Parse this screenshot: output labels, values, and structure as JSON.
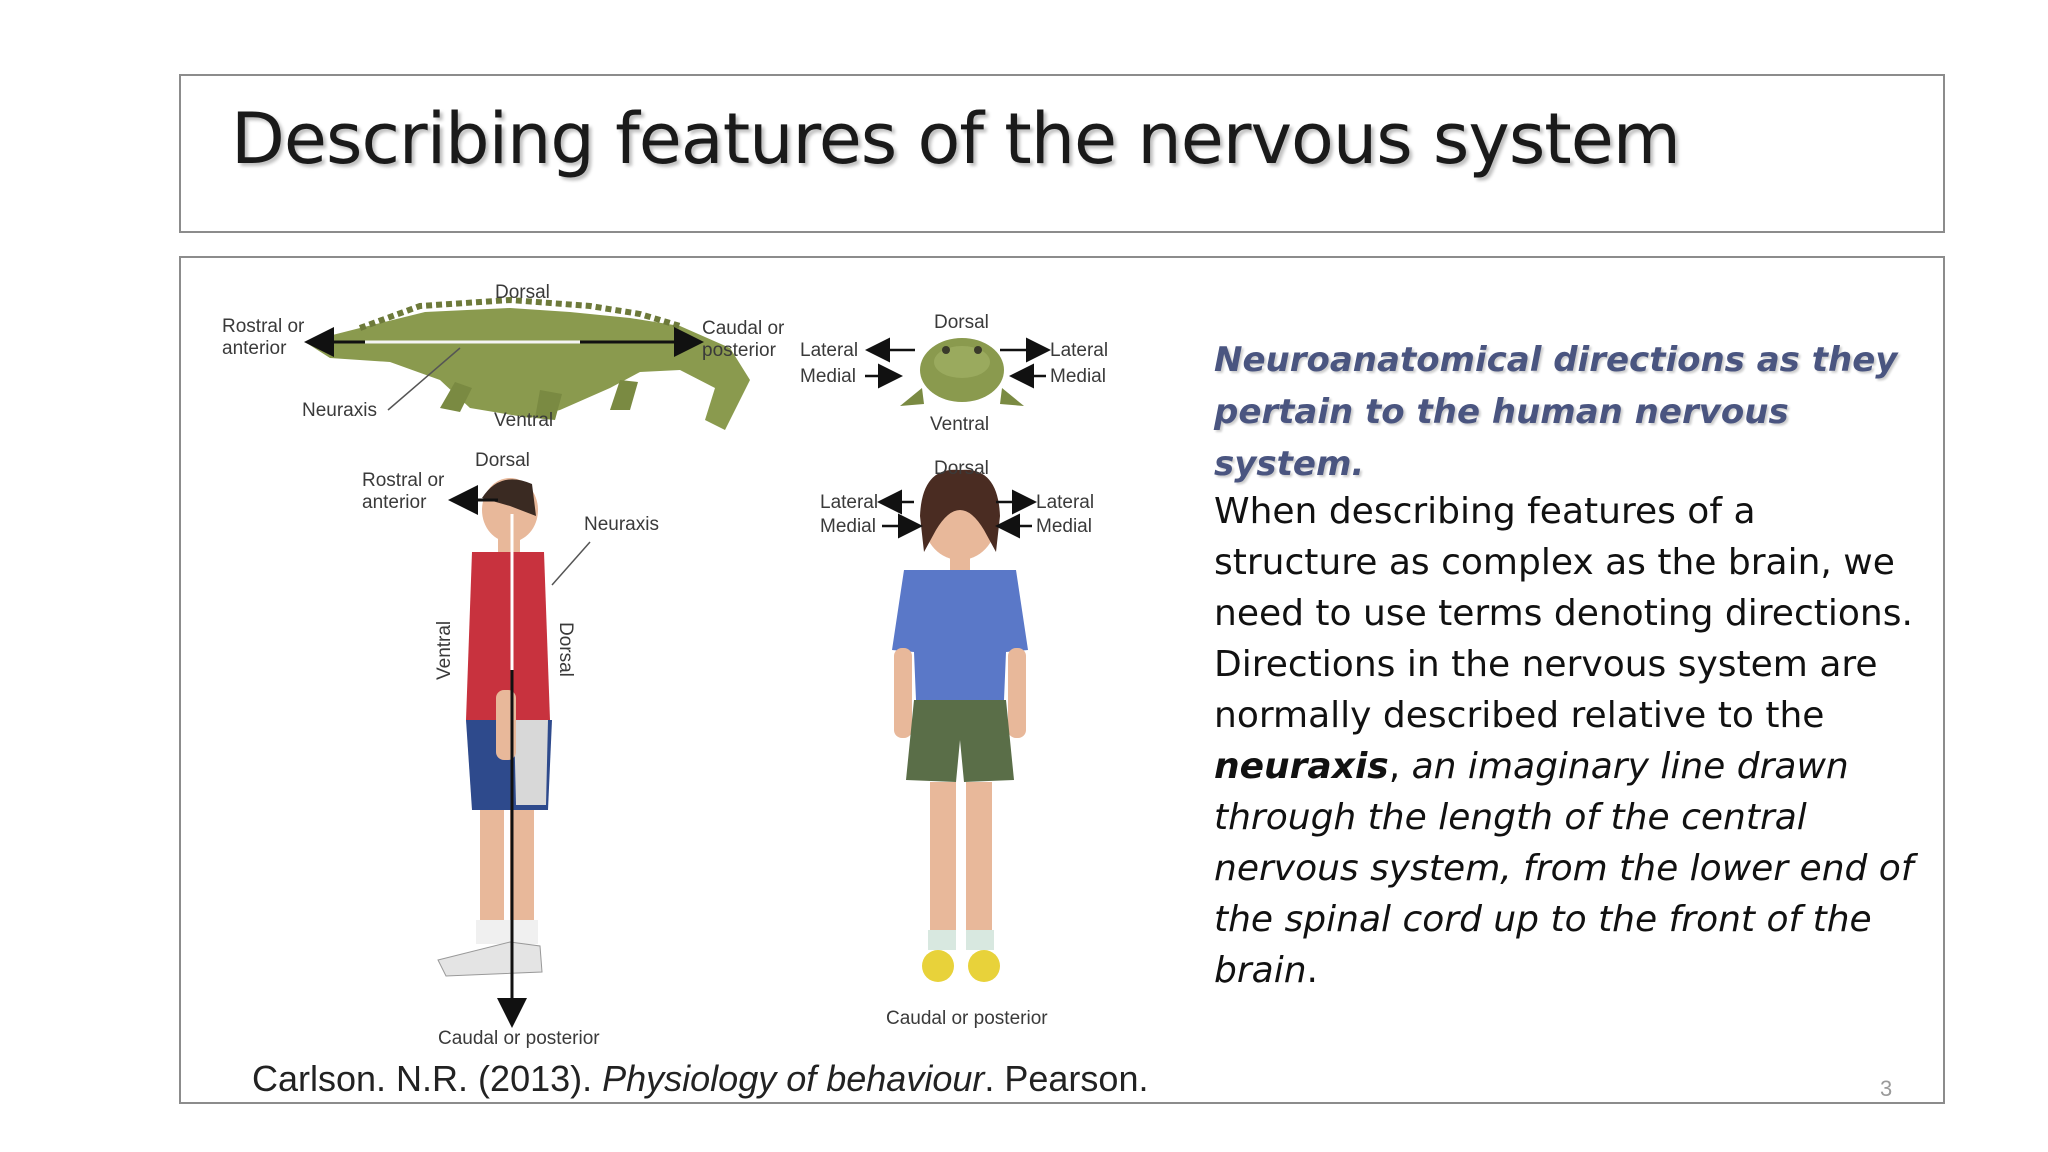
{
  "slide": {
    "title": "Describing features of the nervous system",
    "heading": "Neuroanatomical directions as they pertain to the human nervous system.",
    "body": {
      "part1": "When describing features of a structure as complex as the brain, we need to use terms denoting directions. Directions in the nervous system are normally described relative to the ",
      "term": "neuraxis",
      "comma": ",",
      "definition": " an imaginary line drawn through the length of the central nervous system, from the lower end of the spinal cord up to the front of the brain",
      "period": "."
    },
    "citation": {
      "author": "Carlson. N.R. (2013). ",
      "book": "Physiology of behaviour",
      "publisher": ". Pearson."
    },
    "page_number": "3"
  },
  "figure": {
    "labels": {
      "dorsal": "Dorsal",
      "ventral": "Ventral",
      "rostral_line1": "Rostral or",
      "rostral_line2": "anterior",
      "caudal_line1": "Caudal or",
      "caudal_line2": "posterior",
      "caudal_full": "Caudal or posterior",
      "neuraxis": "Neuraxis",
      "lateral": "Lateral",
      "medial": "Medial"
    },
    "colors": {
      "alligator": "#8a9a4e",
      "shirt_red": "#c8323e",
      "shorts_blue": "#2e4a8c",
      "shirt_blue": "#5a78c8",
      "shorts_green": "#5a6e48",
      "skin": "#e8b89a",
      "shoes_yellow": "#e8d23a"
    }
  }
}
